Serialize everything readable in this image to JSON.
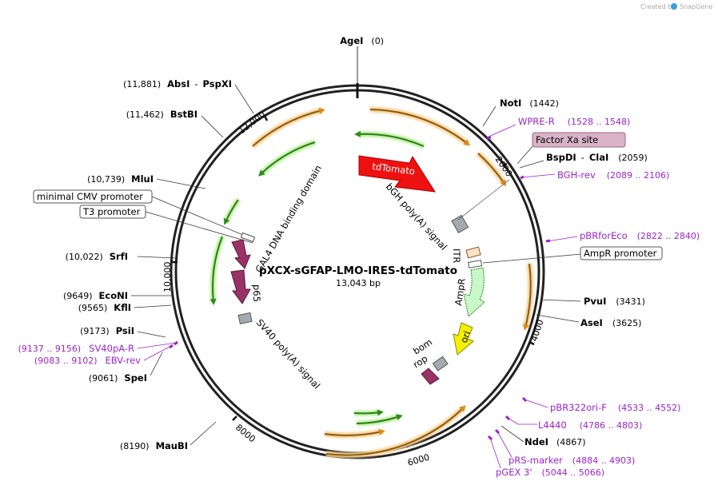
{
  "credit": {
    "prefix": "Created by",
    "brand": "SnapGene"
  },
  "plasmid": {
    "name": "pXCX-sGFAP-LMO-IRES-tdTomato",
    "length": "13,043 bp"
  },
  "ticks": [
    "12,000",
    "2000",
    "4000",
    "6000",
    "8000",
    "10,000"
  ],
  "sites": [
    {
      "name": "AgeI",
      "coord": "(0)"
    },
    {
      "name": "NotI",
      "coord": "(1442)"
    },
    {
      "name": "BspDI",
      "name2": "ClaI",
      "coord": "(2059)"
    },
    {
      "name": "PvuI",
      "coord": "(3431)"
    },
    {
      "name": "AseI",
      "coord": "(3625)"
    },
    {
      "name": "NdeI",
      "coord": "(4867)"
    },
    {
      "name": "MauBI",
      "coord": "(8190)"
    },
    {
      "name": "SpeI",
      "coord": "(9061)"
    },
    {
      "name": "PsiI",
      "coord": "(9173)"
    },
    {
      "name": "KflI",
      "coord": "(9565)"
    },
    {
      "name": "EcoNI",
      "coord": "(9649)"
    },
    {
      "name": "SrfI",
      "coord": "(10,022)"
    },
    {
      "name": "MluI",
      "coord": "(10,739)"
    },
    {
      "name": "BstBI",
      "coord": "(11,462)"
    },
    {
      "name": "AbsI",
      "name2": "PspXI",
      "coord": "(11,881)"
    }
  ],
  "primers": [
    {
      "name": "WPRE-R",
      "coord": "(1528 .. 1548)"
    },
    {
      "name": "BGH-rev",
      "coord": "(2089 .. 2106)"
    },
    {
      "name": "pBRforEco",
      "coord": "(2822 .. 2840)"
    },
    {
      "name": "pBR322ori-F",
      "coord": "(4533 .. 4552)"
    },
    {
      "name": "L4440",
      "coord": "(4786 .. 4803)"
    },
    {
      "name": "pRS-marker",
      "coord": "(4884 .. 4903)"
    },
    {
      "name": "pGEX 3'",
      "coord": "(5044 .. 5066)"
    },
    {
      "name": "EBV-rev",
      "coord": "(9083 .. 9102)"
    },
    {
      "name": "SV40pA-R",
      "coord": "(9137 .. 9156)"
    }
  ],
  "boxed": [
    "Factor Xa site",
    "AmpR promoter",
    "minimal CMV promoter",
    "T3 promoter"
  ],
  "features": {
    "tdTomato": "tdTomato",
    "bgh": "bGH poly(A) signal",
    "itr": "ITR",
    "ampr": "AmpR",
    "ori": "ori",
    "bom": "bom",
    "rop": "rop",
    "sv40": "SV40 poly(A) signal",
    "p65": "p65",
    "gal4": "GAL4 DNA binding domain"
  },
  "colors": {
    "tdTomato": "#ee1111",
    "ampr": "#c9f7c9",
    "ori": "#f5f000",
    "gal4": "#993366",
    "orange_arc": "#d98c1a",
    "green_arc": "#2e8b1e",
    "primer": "#9a24c8",
    "grey_box": "#a5a9b0"
  }
}
